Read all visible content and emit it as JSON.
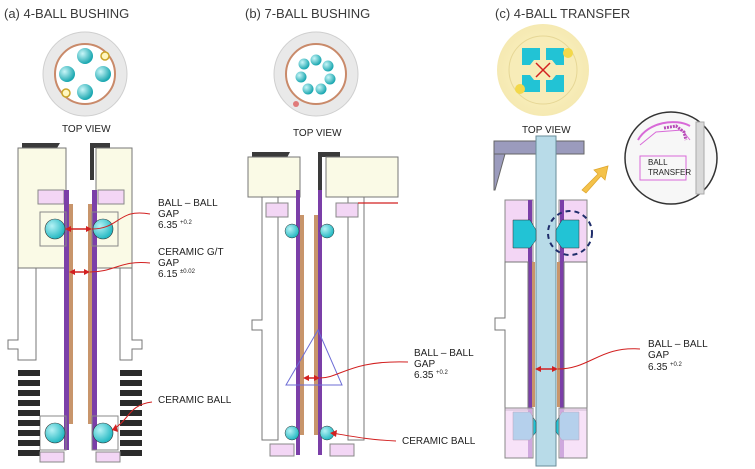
{
  "panels": [
    {
      "title": "(a) 4-BALL BUSHING",
      "top_view": "TOP VIEW"
    },
    {
      "title": "(b) 7-BALL BUSHING",
      "top_view": "TOP VIEW"
    },
    {
      "title": "(c) 4-BALL TRANSFER",
      "top_view": "TOP VIEW"
    }
  ],
  "annotations": {
    "a_gap_label": "BALL – BALL",
    "a_gap_label2": "GAP",
    "a_gap_value": "6.35",
    "a_gap_tol": "+0.2",
    "a_ct_label": "CERAMIC G/T",
    "a_ct_label2": "GAP",
    "a_ct_value": "6.15",
    "a_ct_tol": "±0.02",
    "a_ball": "CERAMIC BALL",
    "b_gap_label": "BALL – BALL",
    "b_gap_label2": "GAP",
    "b_gap_value": "6.35",
    "b_gap_tol": "+0.2",
    "b_ball": "CERAMIC BALL",
    "c_gap_label": "BALL – BALL",
    "c_gap_label2": "GAP",
    "c_gap_value": "6.35",
    "c_gap_tol": "+0.2",
    "c_inset_1": "BALL",
    "c_inset_2": "TRANSFER"
  },
  "colors": {
    "ball": "#4fd0d6",
    "shaft": "#b8dbe8",
    "wood": "#c8956b",
    "purple": "#7b3fa8",
    "pink": "#f3d6f5",
    "cream": "#fafae6",
    "gray": "#8f8fb0",
    "red": "#d22020",
    "navy": "#1f2d6b",
    "arrow": "#f4c24a"
  }
}
